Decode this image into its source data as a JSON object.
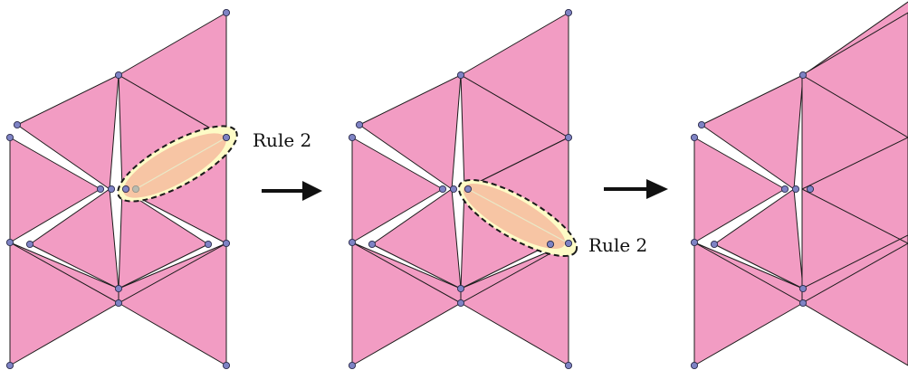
{
  "figure": {
    "panels": [
      {
        "highlight": "upper",
        "label": "Rule 2"
      },
      {
        "highlight": "lower",
        "label": "Rule 2"
      },
      {
        "highlight": "none",
        "label": ""
      }
    ],
    "colors": {
      "triangle_fill": "#f29cc3",
      "triangle_stroke": "#1b1b1b",
      "vertex_fill": "#7e83c4",
      "highlight_fill": "#fdfbc6",
      "highlight_core": "#f7c2a2",
      "arrow": "#111111"
    },
    "arrow_count": 2
  }
}
